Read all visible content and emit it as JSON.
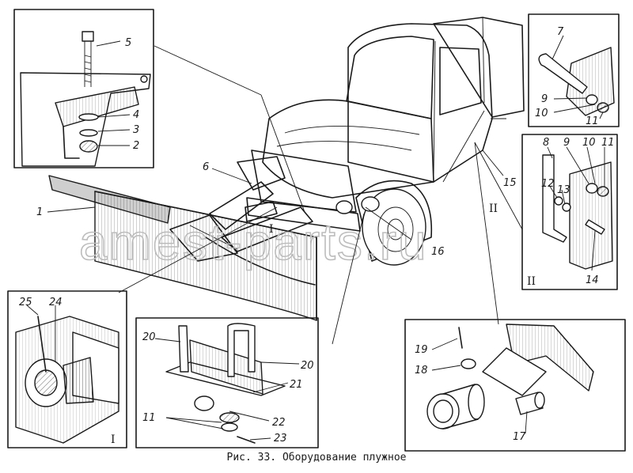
{
  "caption": "Рис. 33. Оборудование плужное",
  "watermark": "amest-parts.ru",
  "callouts": {
    "c1": "1",
    "c2": "2",
    "c3": "3",
    "c4": "4",
    "c5": "5",
    "c6": "6",
    "c7": "7",
    "c8": "8",
    "c9a": "9",
    "c9b": "9",
    "c10a": "10",
    "c10b": "10",
    "c11a": "11",
    "c11b": "11",
    "c11c": "11",
    "c12": "12",
    "c13": "13",
    "c14": "14",
    "c15": "15",
    "c16": "16",
    "c17": "17",
    "c18": "18",
    "c19": "19",
    "c20a": "20",
    "c20b": "20",
    "c21": "21",
    "c22": "22",
    "c23": "23",
    "c24": "24",
    "c25": "25"
  },
  "section_marks": {
    "main_i": "I",
    "main_ii": "II",
    "inset_ii": "II",
    "inset_i": "I"
  }
}
